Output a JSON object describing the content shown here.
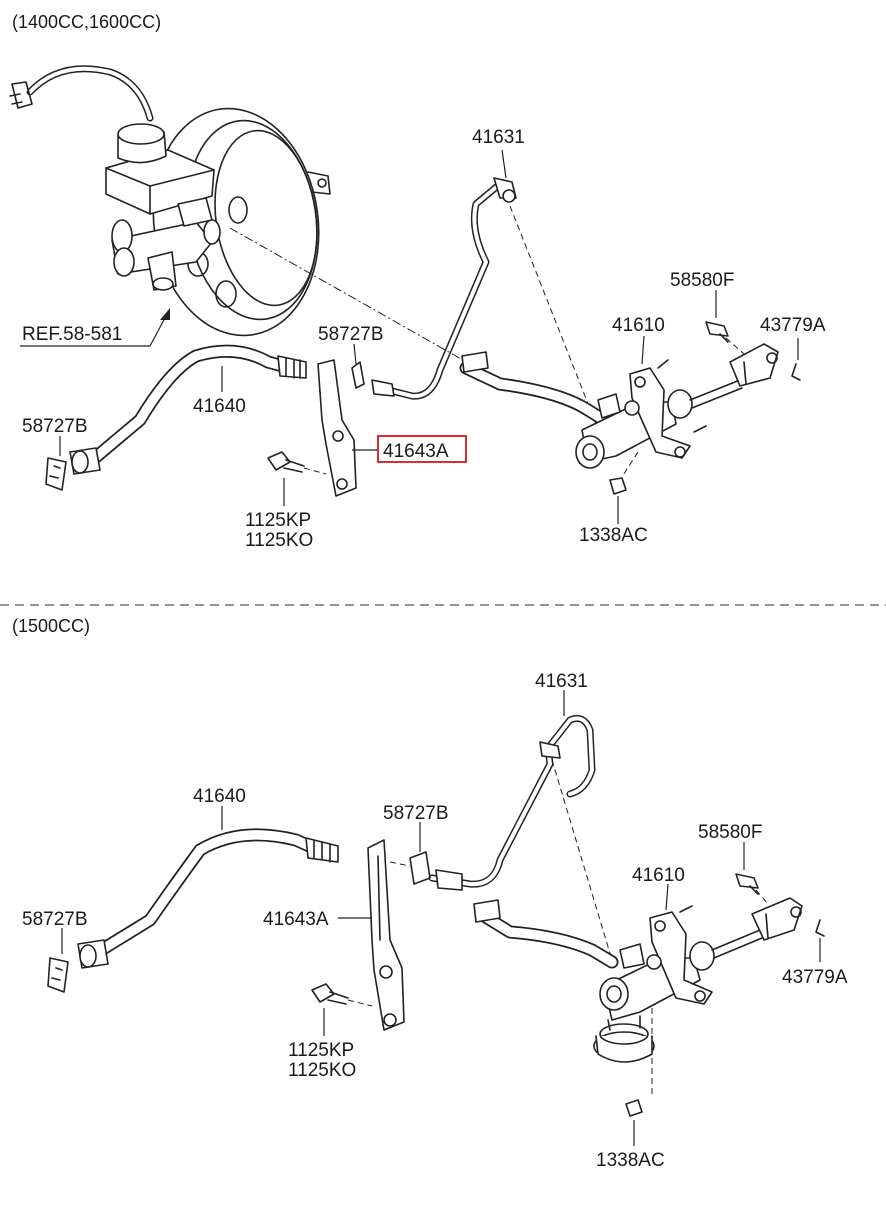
{
  "sections": {
    "top": {
      "title": "(1400CC,1600CC)"
    },
    "bottom": {
      "title": "(1500CC)"
    }
  },
  "top_labels": {
    "ref": "REF.58-581",
    "pipe": "41631",
    "hose": "41640",
    "clip_left": "58727B",
    "clip_mid": "58727B",
    "bracket": "41643A",
    "bolt_a": "1125KP",
    "bolt_b": "1125KO",
    "master_cyl": "41610",
    "pin": "58580F",
    "clip_pin": "43779A",
    "nut": "1338AC"
  },
  "bottom_labels": {
    "pipe": "41631",
    "hose": "41640",
    "clip_mid": "58727B",
    "clip_left": "58727B",
    "bracket": "41643A",
    "bolt_a": "1125KP",
    "bolt_b": "1125KO",
    "pin": "58580F",
    "master_cyl": "41610",
    "clip_pin": "43779A",
    "nut": "1338AC"
  },
  "highlight": {
    "part": "41643A",
    "color": "#d9141b"
  }
}
